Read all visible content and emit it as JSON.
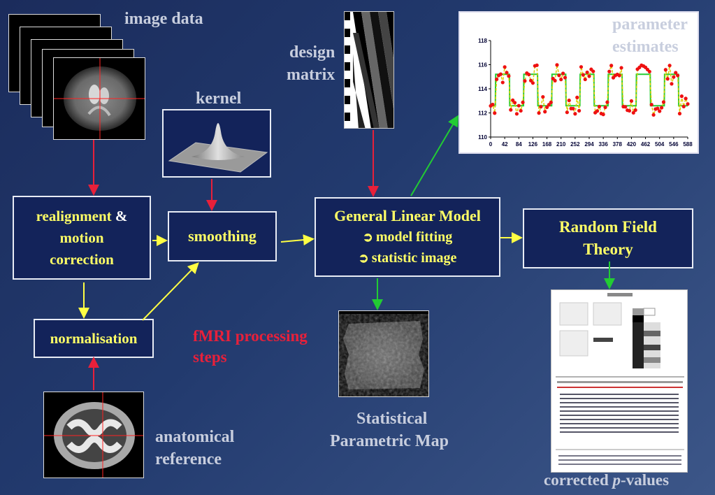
{
  "colors": {
    "box_text": "#ffff66",
    "red_arrow": "#e8203a",
    "yellow_arrow": "#ffff44",
    "green_arrow": "#22cc33",
    "title_red": "#e8203a"
  },
  "labels": {
    "image_data": "image data",
    "design": "design",
    "matrix": "matrix",
    "kernel": "kernel",
    "anatomical_1": "anatomical",
    "anatomical_2": "reference",
    "spm_1": "Statistical",
    "spm_2": "Parametric Map",
    "corrected": "corrected",
    "p": "p",
    "values": "-values",
    "parameter": "parameter",
    "estimates": "estimates"
  },
  "title": {
    "line1_red": "fMRI",
    "line1_rest": "processing",
    "line2": "steps"
  },
  "boxes": {
    "realign_1": "realignment",
    "realign_amp": "&",
    "realign_2": "motion",
    "realign_3": "correction",
    "smoothing": "smoothing",
    "normalisation": "normalisation",
    "glm_title": "General Linear Model",
    "glm_item1": "model fitting",
    "glm_item2": "statistic image",
    "rft_1": "Random Field",
    "rft_2": "Theory"
  },
  "icons": {
    "bullet": "➲"
  },
  "chart_data": {
    "type": "line",
    "x_ticks": [
      0,
      42,
      84,
      126,
      168,
      210,
      252,
      294,
      336,
      378,
      420,
      462,
      504,
      546,
      588
    ],
    "y_ticks": [
      110,
      112,
      114,
      116,
      118
    ],
    "xlim": [
      0,
      588
    ],
    "ylim": [
      110,
      118
    ],
    "period": 84,
    "block_low": 112.6,
    "block_high": 115.2,
    "phase": 15
  }
}
